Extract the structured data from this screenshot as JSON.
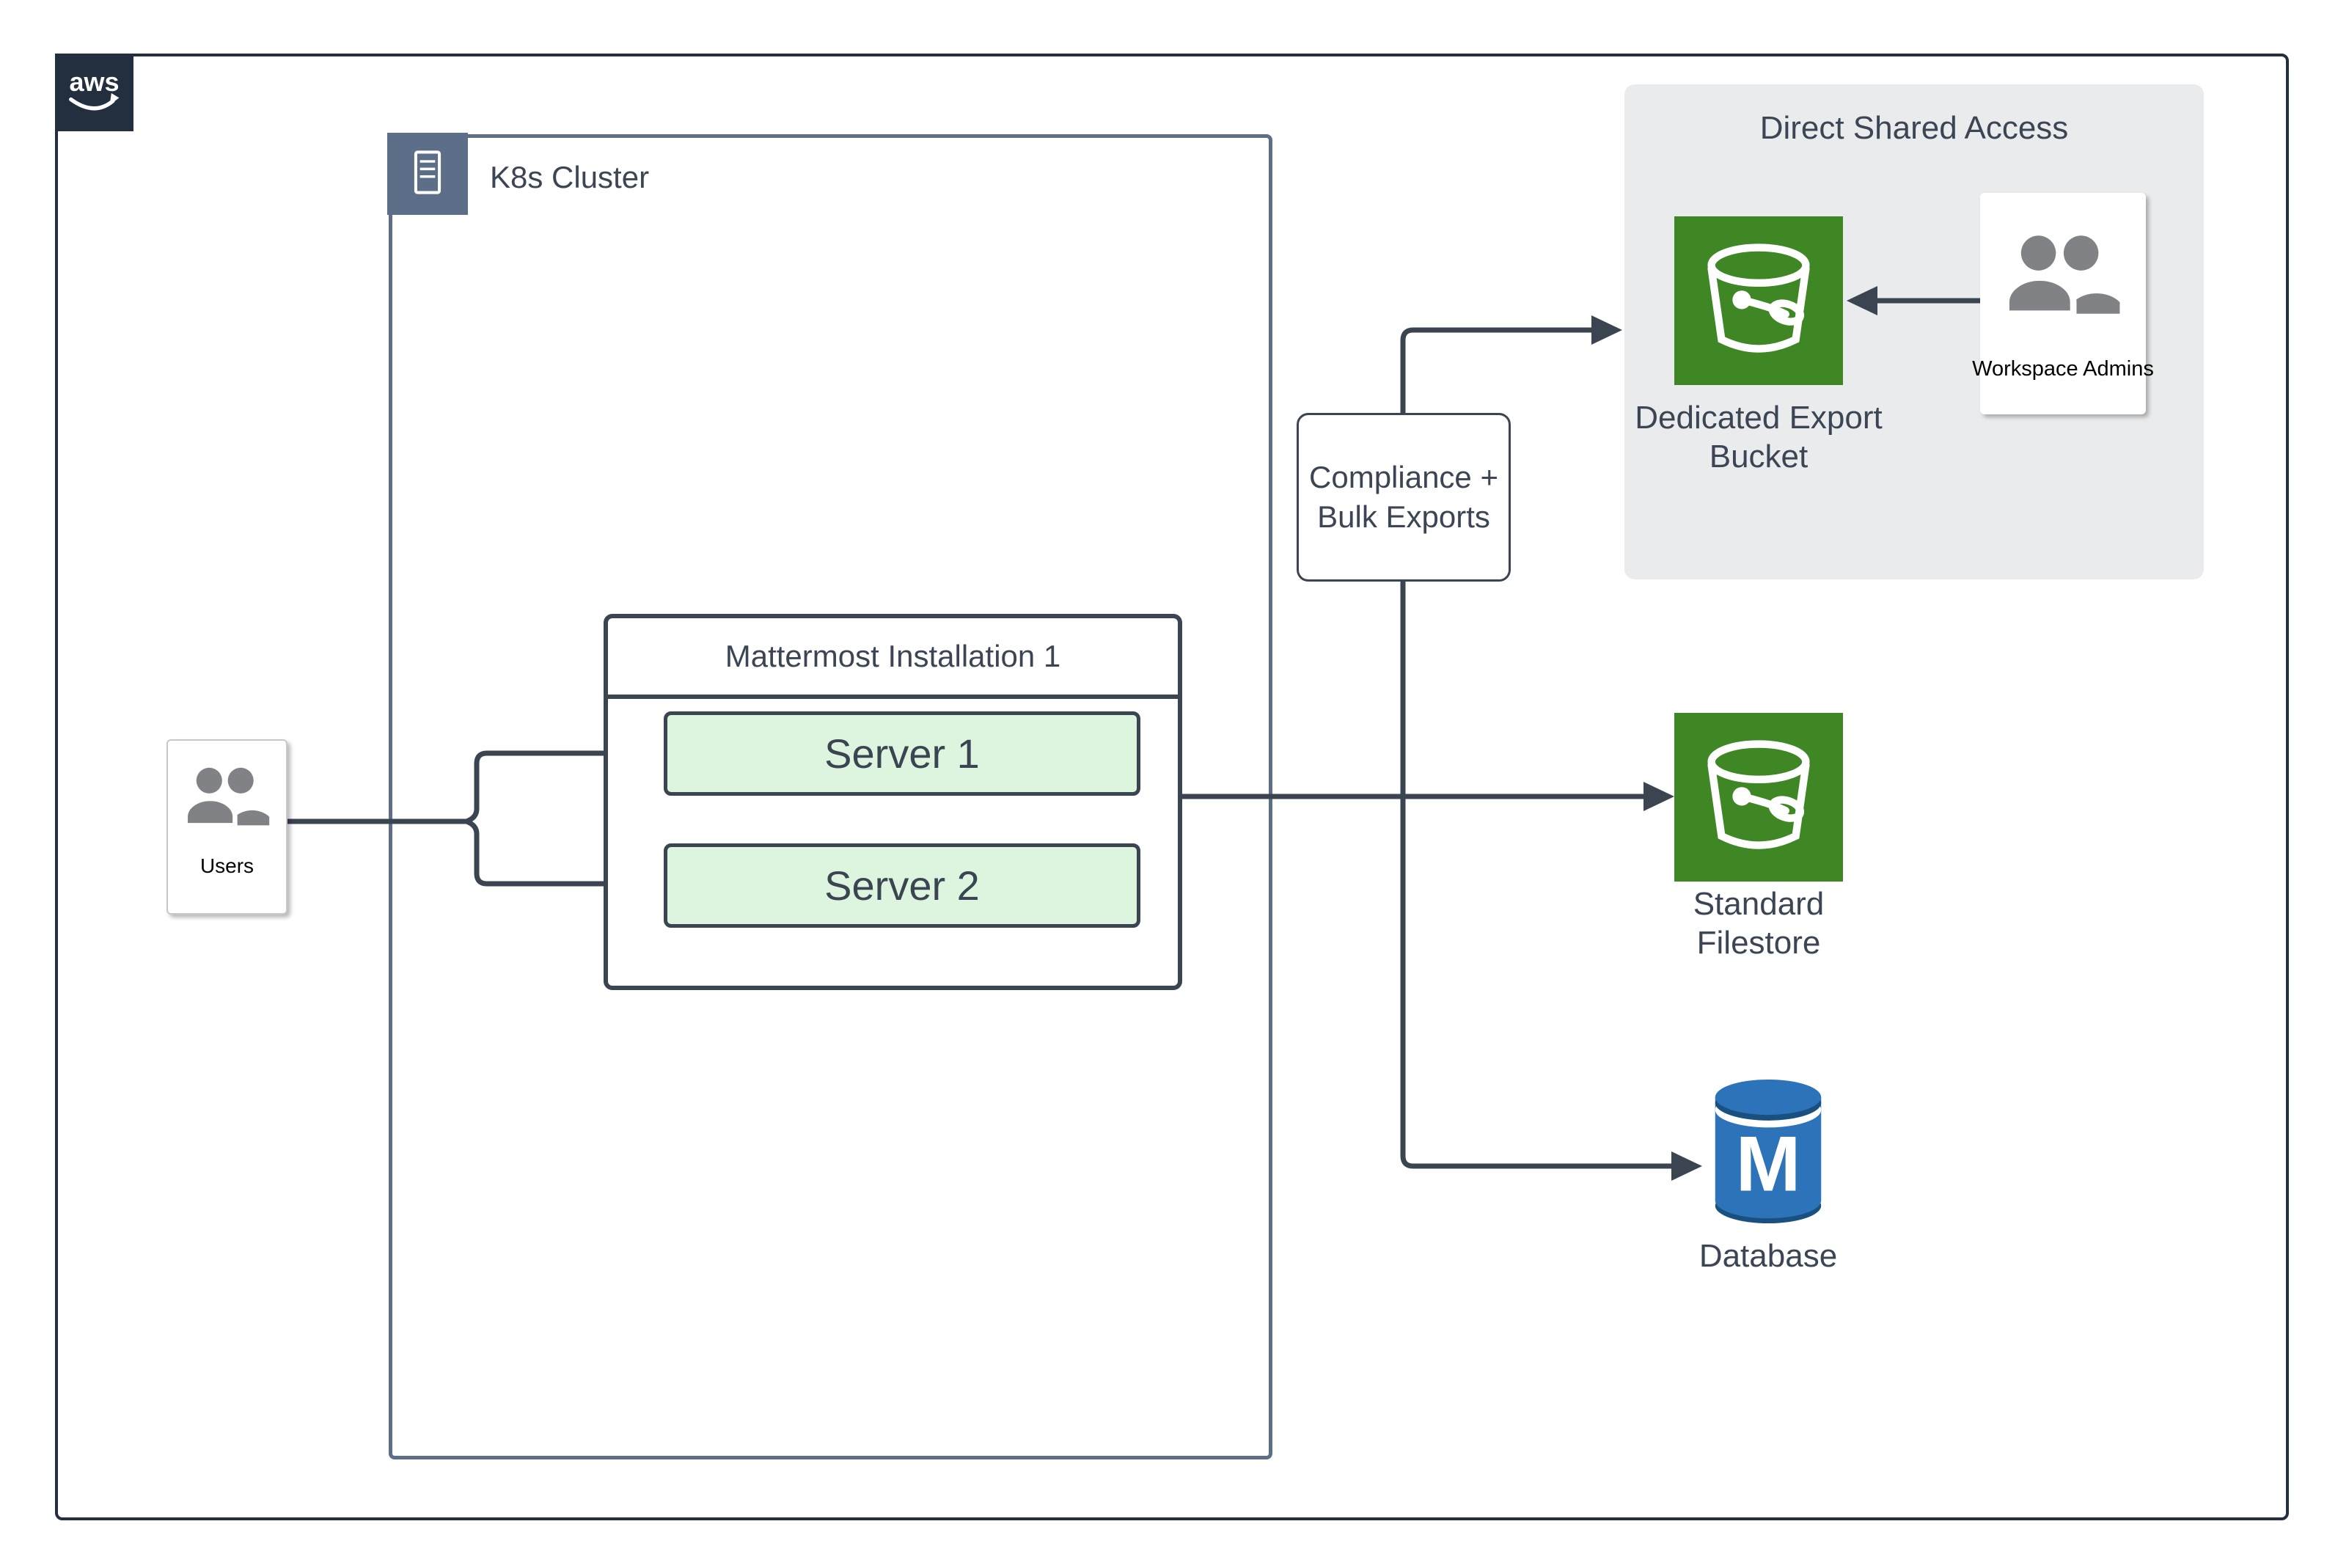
{
  "aws": {
    "logo_text": "aws"
  },
  "k8s": {
    "label": "K8s Cluster"
  },
  "users": {
    "label": "Users"
  },
  "mattermost": {
    "title": "Mattermost Installation 1",
    "servers": [
      {
        "label": "Server 1"
      },
      {
        "label": "Server 2"
      }
    ]
  },
  "compliance": {
    "line1": "Compliance +",
    "line2": "Bulk Exports"
  },
  "shared": {
    "title": "Direct Shared Access",
    "bucket_line1": "Dedicated Export",
    "bucket_line2": "Bucket",
    "admins_label": "Workspace Admins"
  },
  "filestore": {
    "line1": "Standard",
    "line2": "Filestore"
  },
  "database": {
    "label": "Database",
    "monogram": "M"
  },
  "colors": {
    "frame": "#232f3e",
    "line": "#3a4551",
    "slate": "#5d6f88",
    "text_dark": "#3b4554",
    "mint": "#ddf5de",
    "green": "#3f8624",
    "blue": "#2d73b9",
    "blue_dark": "#1a5080",
    "panel": "#e9ebed",
    "gray_icon": "#808285"
  }
}
